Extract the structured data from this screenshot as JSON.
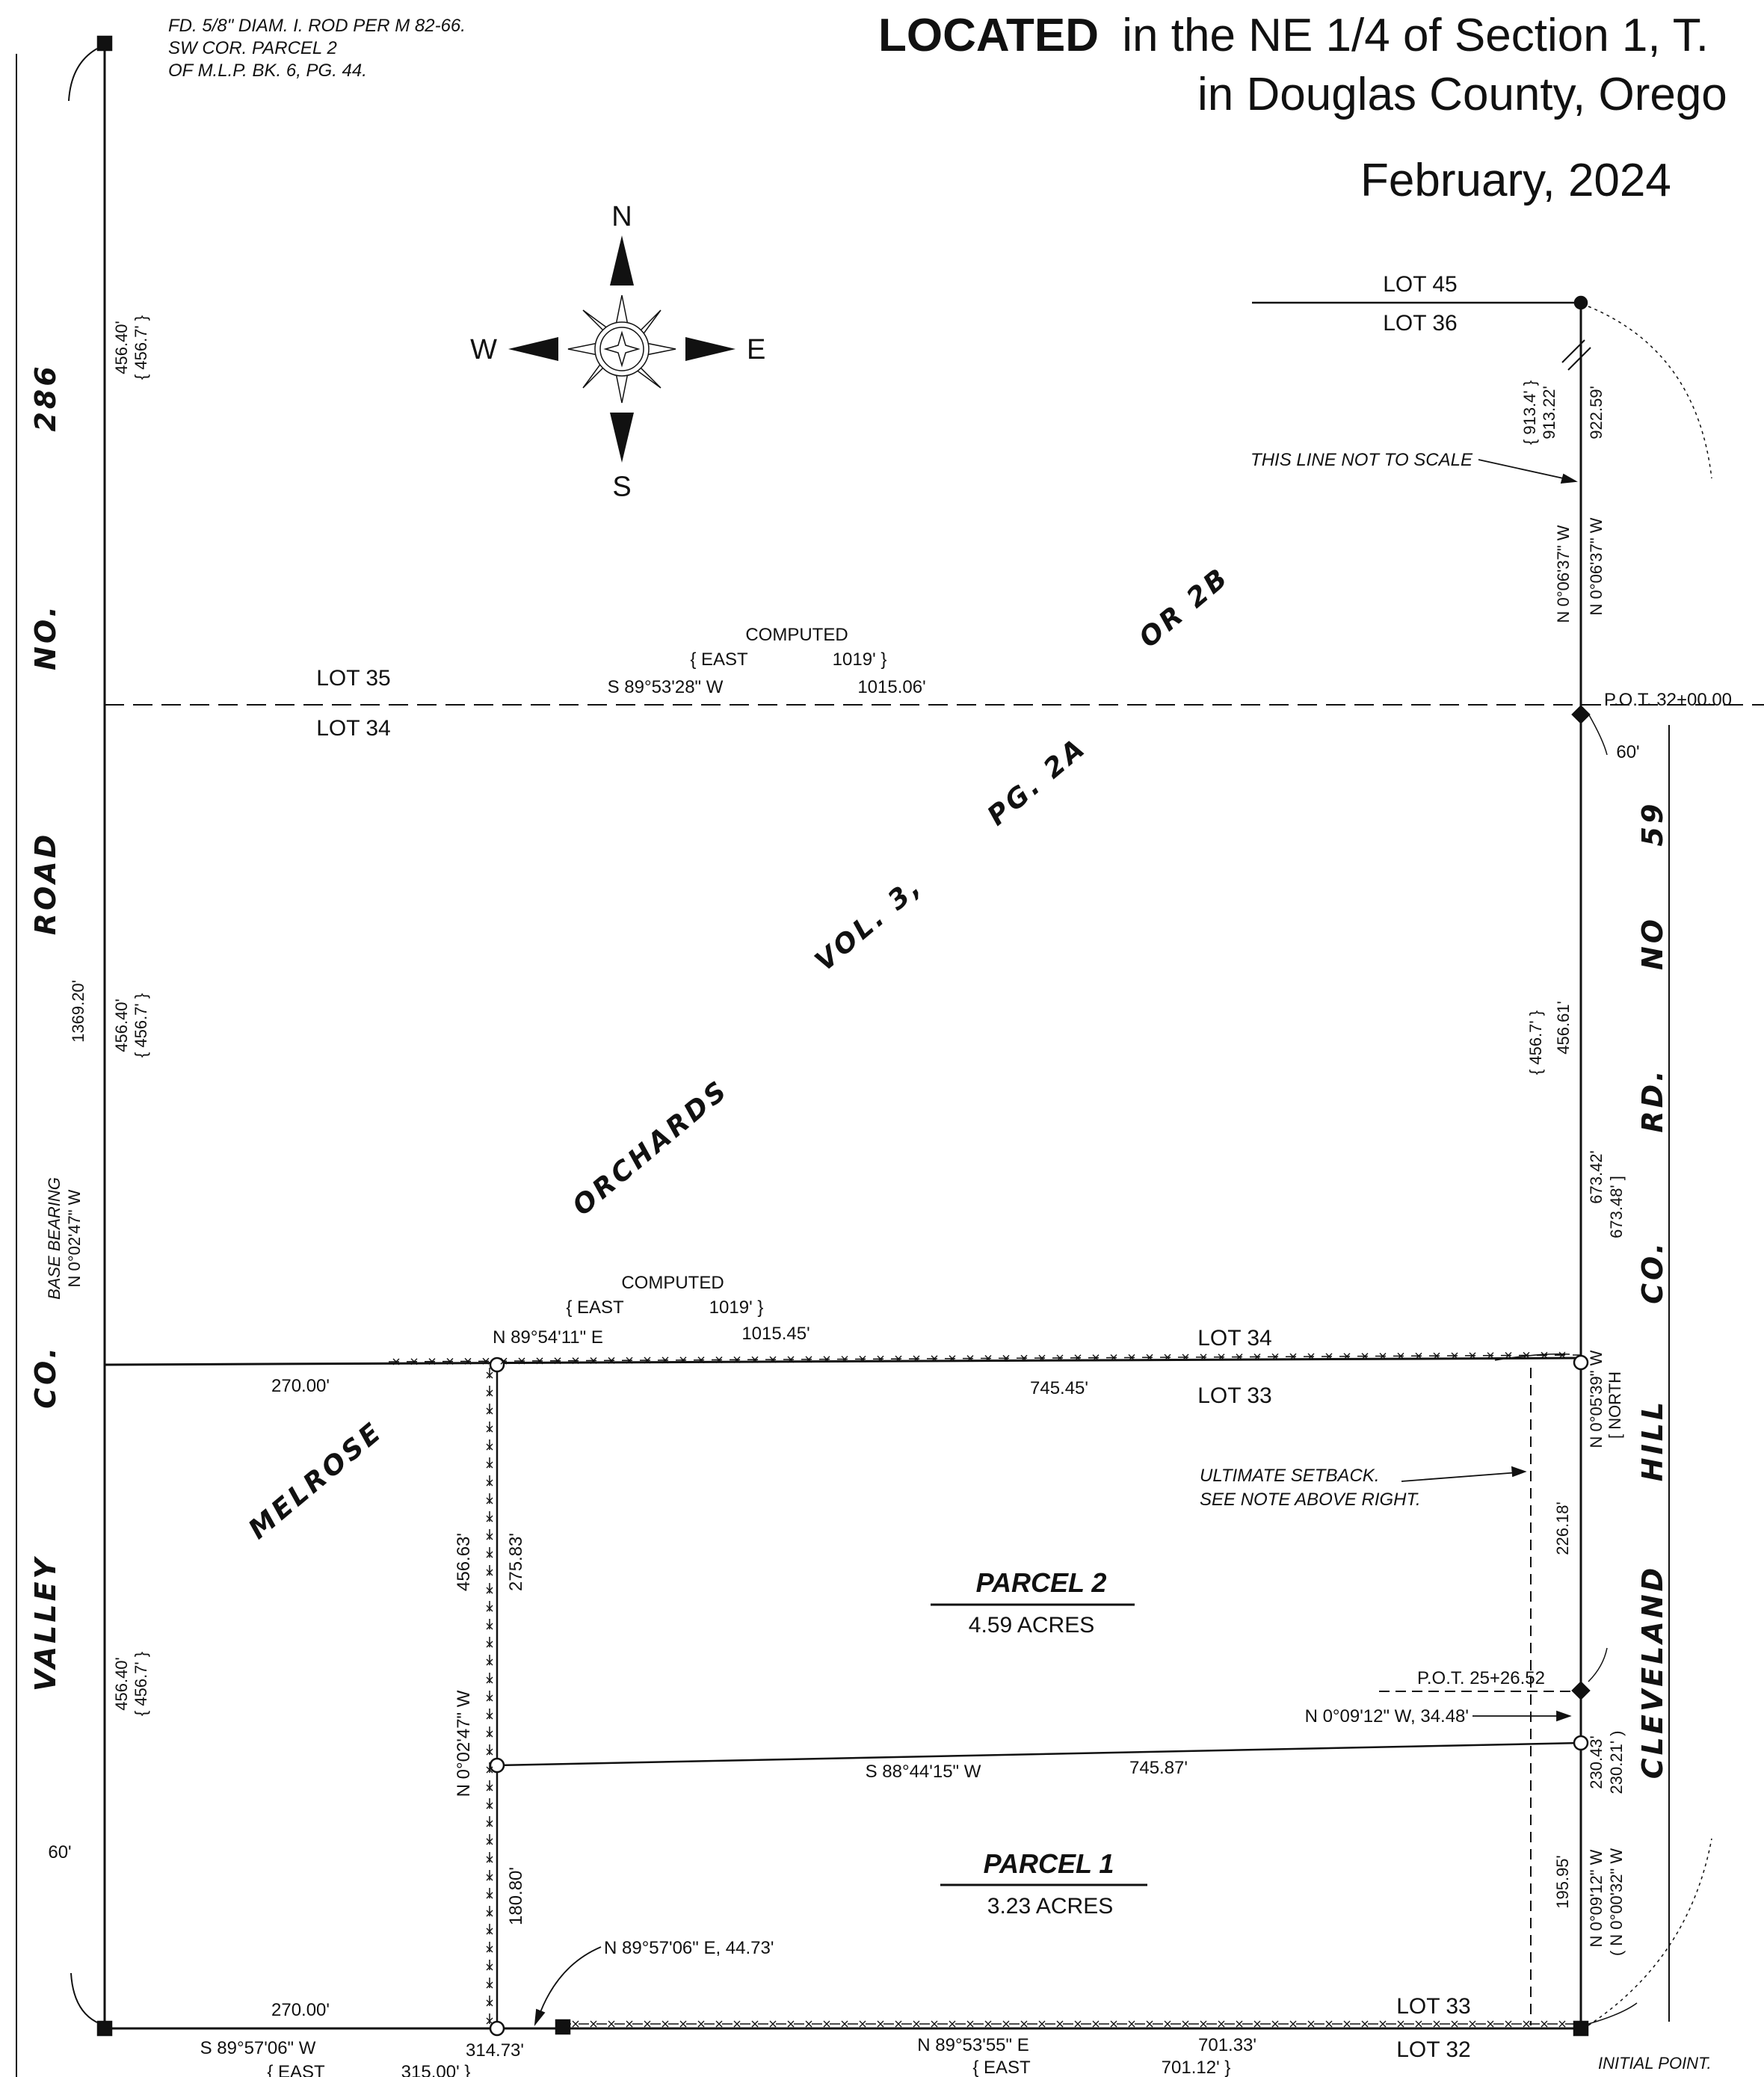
{
  "header": {
    "located_bold": "LOCATED",
    "located_rest": "in the NE 1/4 of Section 1, T.",
    "county_line": "in Douglas County, Orego",
    "date": "February, 2024"
  },
  "corner_note": {
    "line1": "FD. 5/8\" DIAM. I. ROD PER M 82-66.",
    "line2": "SW COR. PARCEL 2",
    "line3": "OF M.L.P. BK. 6, PG. 44."
  },
  "compass": {
    "n": "N",
    "s": "S",
    "e": "E",
    "w": "W"
  },
  "roads": {
    "west_286": "286",
    "west_no": "NO.",
    "west_road": "ROAD",
    "west_co": "CO.",
    "west_valley": "VALLEY",
    "east_59": "59",
    "east_no": "NO",
    "east_rd": "RD.",
    "east_co": "CO.",
    "east_hill": "HILL",
    "east_cleveland": "CLEVELAND"
  },
  "subdivision": {
    "melrose": "MELROSE",
    "orchards": "ORCHARDS",
    "vol3": "VOL. 3,",
    "pg2a": "PG. 2A",
    "or2b": "OR 2B"
  },
  "lots": {
    "lot45": "LOT 45",
    "lot36": "LOT 36",
    "lot35": "LOT 35",
    "lot34_upper": "LOT 34",
    "lot34_lower": "LOT 34",
    "lot33_upper": "LOT 33",
    "lot33_lower": "LOT 33",
    "lot32": "LOT 32"
  },
  "parcels": {
    "p2_title": "PARCEL  2",
    "p2_area": "4.59 ACRES",
    "p1_title": "PARCEL  1",
    "p1_area": "3.23 ACRES"
  },
  "notes": {
    "not_to_scale": "THIS LINE NOT TO SCALE",
    "setback1": "ULTIMATE SETBACK.",
    "setback2": "SEE NOTE ABOVE RIGHT.",
    "initial_point": "INITIAL POINT.",
    "base_bearing": "BASE BEARING",
    "base_bearing_value": "N 0°02'47\" W",
    "pot_3200": "P.O.T. 32+00.00",
    "pot_2526": "P.O.T. 25+26.52",
    "callout_34": "N 0°09'12\" W, 34.48'",
    "callout_4473": "N 89°57'06\" E, 44.73'"
  },
  "dims": {
    "west_45640_top": "456.40'",
    "west_4567_top": "{ 456.7' }",
    "west_136920": "1369.20'",
    "west_45640_mid": "456.40'",
    "west_4567_mid": "{ 456.7' }",
    "west_45640_low": "456.40'",
    "west_4567_low": "{ 456.7' }",
    "west_60": "60'",
    "upper_computed": "COMPUTED",
    "upper_east": "{ EAST",
    "upper_1019": "1019' }",
    "upper_bearing": "S 89°53'28\" W",
    "upper_dist": "1015.06'",
    "mid_computed": "COMPUTED",
    "mid_east": "{ EAST",
    "mid_1019": "1019' }",
    "mid_bearing": "N 89°54'11\" E",
    "mid_dist": "1015.45'",
    "mid_27000": "270.00'",
    "mid_74545": "745.45'",
    "bot_27000": "270.00'",
    "bot_bearing_w": "S 89°57'06\" W",
    "bot_31473": "314.73'",
    "bot_east_w": "{ EAST",
    "bot_31500": "315.00' }",
    "bot_bearing_e": "N 89°53'55\" E",
    "bot_70133": "701.33'",
    "bot_east_e": "{ EAST",
    "bot_70112": "701.12' }",
    "div_bearing": "S 88°44'15\" W",
    "div_dist": "745.87'",
    "pline_45663": "456.63'",
    "pline_27583": "275.83'",
    "pline_bearing": "N 0°02'47\" W",
    "pline_18080": "180.80'",
    "east_9134": "{ 913.4' }",
    "east_91322": "913.22'",
    "east_92259": "922.59'",
    "east_bearing1": "N 0°06'37\" W",
    "east_bearing2": "N 0°06'37\" W",
    "east_4567": "{ 456.7' }",
    "east_45661": "456.61'",
    "east_67342": "673.42'",
    "east_67348": "673.48' ]",
    "east_60": "60'",
    "east_bearing3": "N 0°05'39\" W",
    "east_north": "[ NORTH",
    "east_22618": "226.18'",
    "east_23043": "230.43'",
    "east_23021": "230.21' )",
    "east_19595": "195.95'",
    "east_bearing4": "N 0°09'12\" W",
    "east_bearing5": "( N 0°00'32\" W"
  }
}
